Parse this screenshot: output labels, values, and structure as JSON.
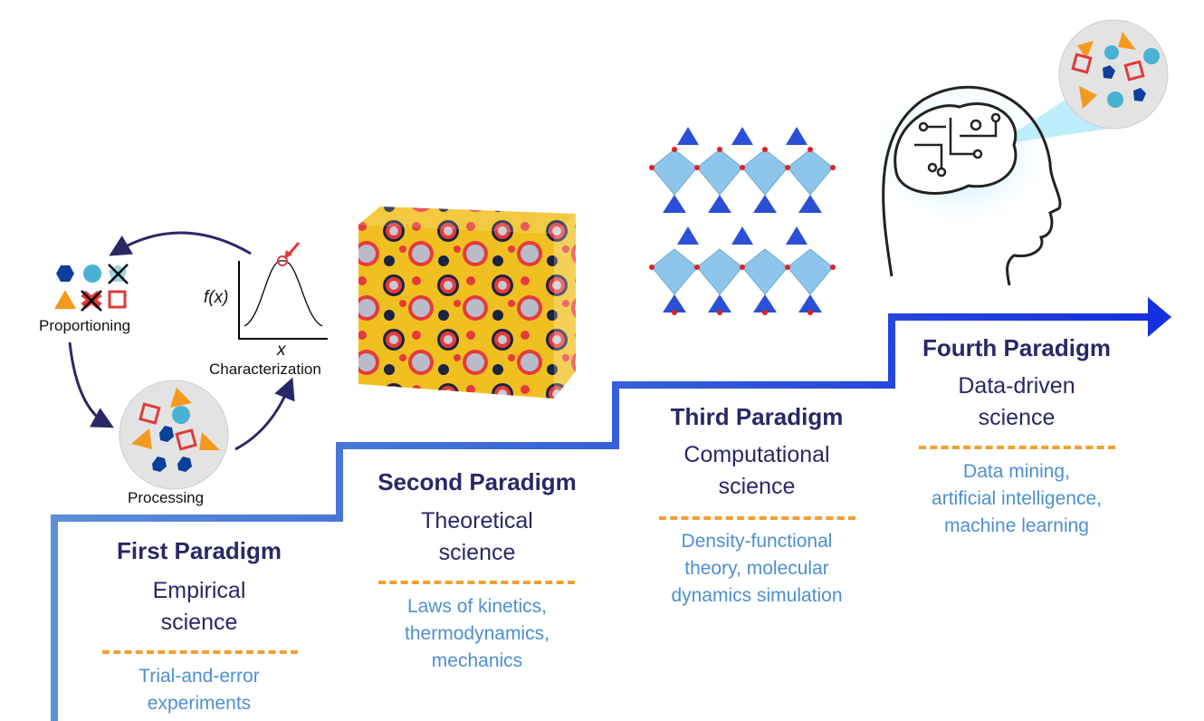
{
  "cycle": {
    "proportioning": "Proportioning",
    "processing": "Processing",
    "characterization": "Characterization",
    "fx_label": "f(x)",
    "x_label": "x"
  },
  "paradigms": [
    {
      "title": "First Paradigm",
      "subtitle_lines": [
        "Empirical",
        "science"
      ],
      "examples": [
        "Trial-and-error",
        "experiments"
      ]
    },
    {
      "title": "Second Paradigm",
      "subtitle_lines": [
        "Theoretical",
        "science"
      ],
      "examples": [
        "Laws of kinetics,",
        "thermodynamics,",
        "mechanics"
      ]
    },
    {
      "title": "Third Paradigm",
      "subtitle_lines": [
        "Computational",
        "science"
      ],
      "examples": [
        "Density-functional",
        "theory, molecular",
        "dynamics simulation"
      ]
    },
    {
      "title": "Fourth Paradigm",
      "subtitle_lines": [
        "Data-driven",
        "science"
      ],
      "examples": [
        "Data mining,",
        "artificial intelligence,",
        "machine learning"
      ]
    }
  ],
  "colors": {
    "title": "#2a2766",
    "example": "#4d8fd0",
    "dash": "#f0a030",
    "stair_start": "#5b8fd6",
    "stair_end": "#1530e0"
  }
}
